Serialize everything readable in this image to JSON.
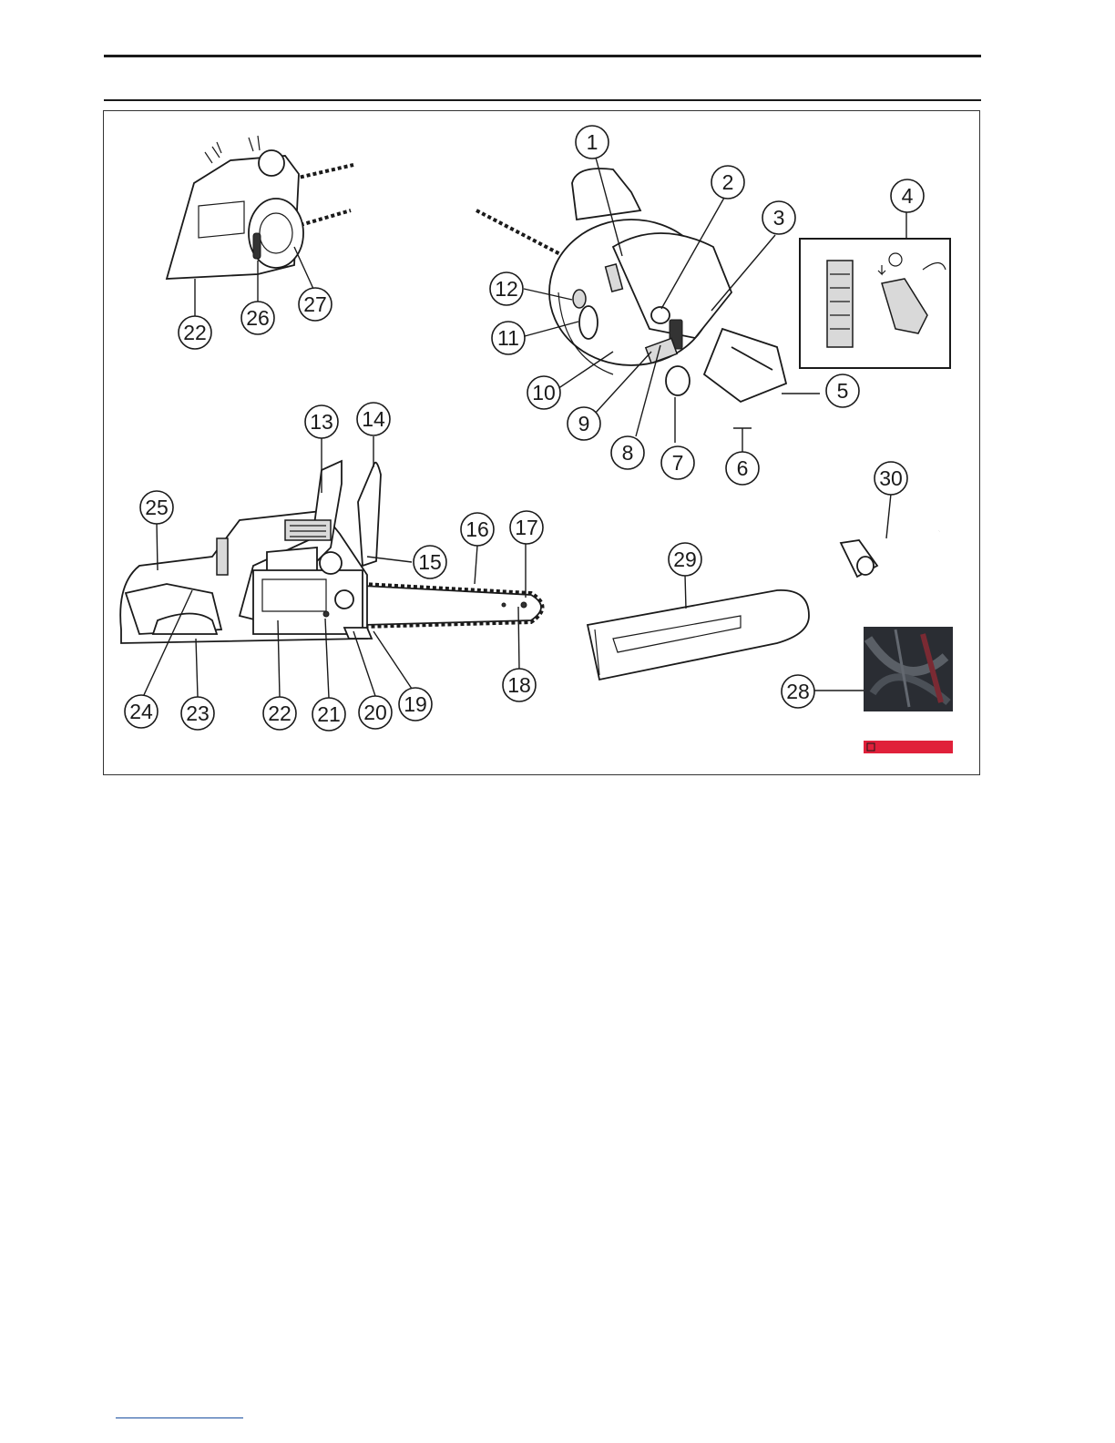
{
  "figure": {
    "callouts": [
      "1",
      "2",
      "3",
      "4",
      "5",
      "6",
      "7",
      "8",
      "9",
      "10",
      "11",
      "12",
      "13",
      "14",
      "15",
      "16",
      "17",
      "18",
      "19",
      "20",
      "21",
      "22",
      "23",
      "24",
      "25",
      "26",
      "27",
      "28",
      "29",
      "30"
    ],
    "accent_color": "#e0203a"
  }
}
